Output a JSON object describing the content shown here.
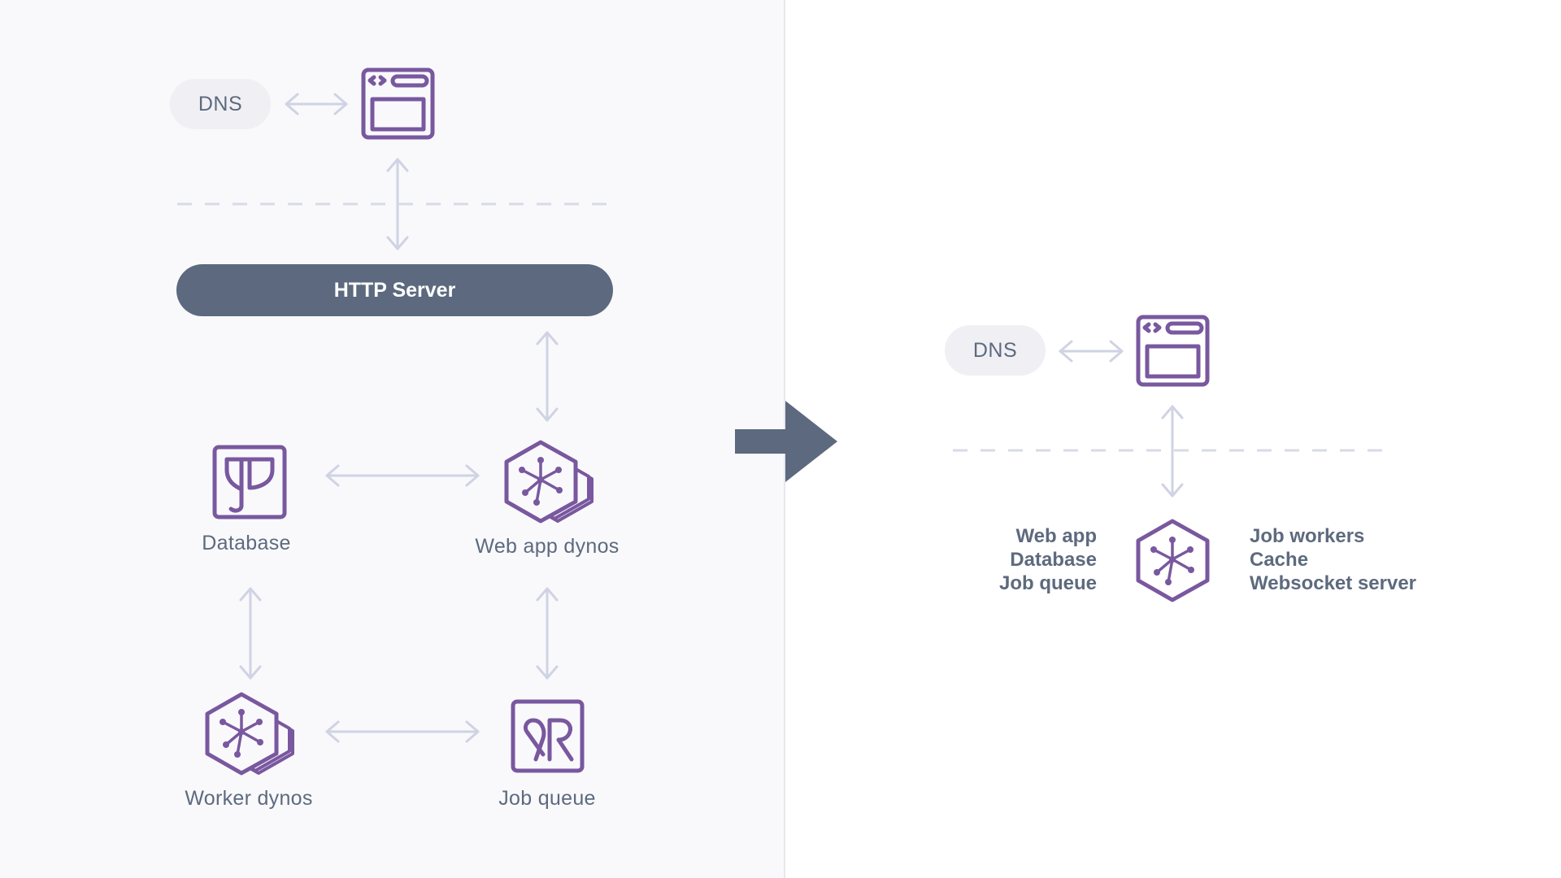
{
  "left_panel": {
    "dns_label": "DNS",
    "http_server_label": "HTTP Server",
    "nodes": {
      "database": "Database",
      "web_app_dynos": "Web app dynos",
      "worker_dynos": "Worker dynos",
      "job_queue": "Job queue"
    }
  },
  "right_panel": {
    "dns_label": "DNS",
    "left_list": [
      "Web app",
      "Database",
      "Job queue"
    ],
    "right_list": [
      "Job workers",
      "Cache",
      "Websocket server"
    ]
  },
  "colors": {
    "icon_purple": "#79589f",
    "arrow_gray": "#cfd3e3",
    "slate": "#5c697f",
    "left_bg": "#f9f9fc"
  },
  "icons": [
    "browser-window-icon",
    "postgres-icon",
    "dyno-stack-icon",
    "redis-icon",
    "dyno-icon",
    "transition-arrow-icon"
  ]
}
